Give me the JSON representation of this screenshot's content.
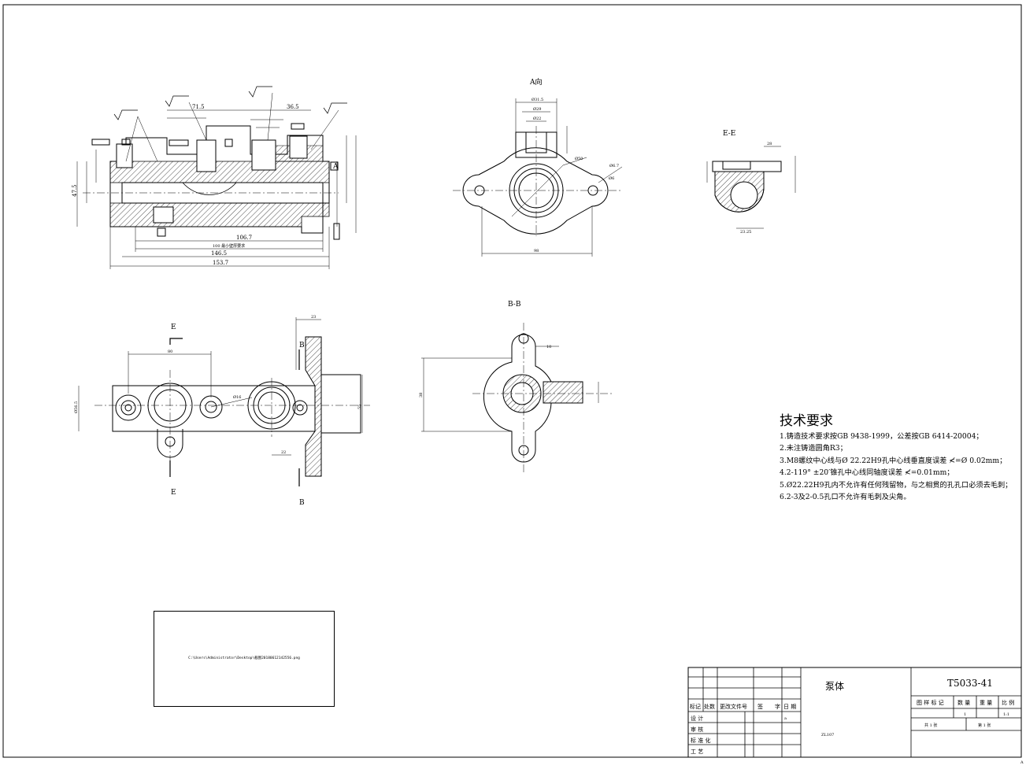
{
  "views": {
    "view_a": "A向",
    "view_ee": "E-E",
    "view_bb": "B-B",
    "section_e_top": "E",
    "section_e_bottom": "E",
    "section_b_top": "B",
    "section_b_bottom": "B",
    "label_a_box": "A"
  },
  "dimensions": {
    "d_71_5": "71.5",
    "d_36_5": "36.5",
    "d_106_7": "106.7",
    "d_100": "100 最小壁厚要求",
    "d_146_5": "146.5",
    "d_153_7": "153.7",
    "d_47_5": "47.5",
    "a_d31_5": "Ø31.5",
    "a_d29": "Ø29",
    "a_d22": "Ø22",
    "a_d50": "Ø50",
    "a_d6_7": "Ø6.7",
    "a_d6": "Ø6",
    "a_98": "98",
    "e_28": "28",
    "e_23_25": "23.25",
    "p_80": "80",
    "p_d16": "Ø16",
    "p_d56_5": "Ø56.5",
    "p_22": "22",
    "p_23": "23",
    "p_55": "55",
    "b_38": "38",
    "b_10": "10"
  },
  "tech_requirements": {
    "title": "技术要求",
    "items": [
      "1.铸造技术要求按GB 9438-1999，公差按GB 6414-20004；",
      "2.未注铸造圆角R3；",
      "3.M8螺纹中心线与Ø 22.22H9孔中心线垂直度误差 ≮=Ø 0.02mm；",
      "4.2-119° ±20′锥孔中心线同轴度误差 ≮=0.01mm；",
      "5.Ø22.22H9孔内不允许有任何残留物，与之相贯的孔孔口必须去毛刺；",
      "6.2-3及2-0.5孔口不允许有毛刺及尖角。"
    ]
  },
  "image_placeholder": {
    "path": "C:\\Users\\Administrator\\Desktop\\截图20180612142556.png"
  },
  "title_block": {
    "part_name": "泵体",
    "drawing_no": "T5033-41",
    "material": "ZL107",
    "col_mark": "标记",
    "col_count": "处数",
    "col_doc": "更改文件号",
    "col_sign": "签",
    "col_char": "字",
    "col_date": "日 期",
    "row_design": "设 计",
    "row_check": "审 核",
    "row_standard": "标 准 化",
    "row_process": "工 艺",
    "sign_mark": "a",
    "h_mark": "图 样 标 记",
    "h_qty": "数 量",
    "h_weight": "重 量",
    "h_scale": "比 例",
    "qty_value": "1",
    "scale_value": "1:1",
    "total": "共 1 张",
    "sheet": "第 1 张"
  },
  "corner_mark": "A"
}
